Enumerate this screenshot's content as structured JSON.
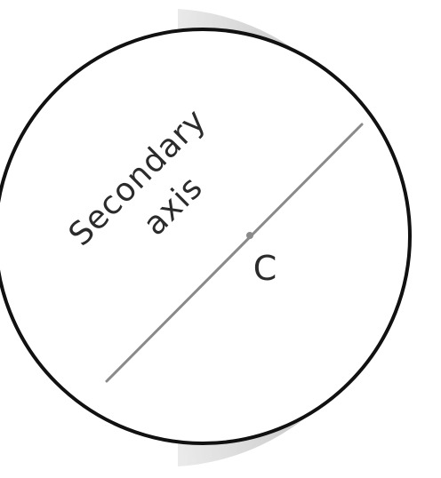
{
  "diagram": {
    "labels": {
      "secondary_axis_line1": "Secondary",
      "secondary_axis_line2": "axis",
      "center": "C"
    },
    "colors": {
      "circle_stroke": "#111111",
      "axis_line": "#8a8a8a",
      "center_point": "#8a8a8a",
      "mirror_dark": "#7c7c7c",
      "mirror_light": "#d9d9d9",
      "text": "#2b2b2b"
    }
  }
}
